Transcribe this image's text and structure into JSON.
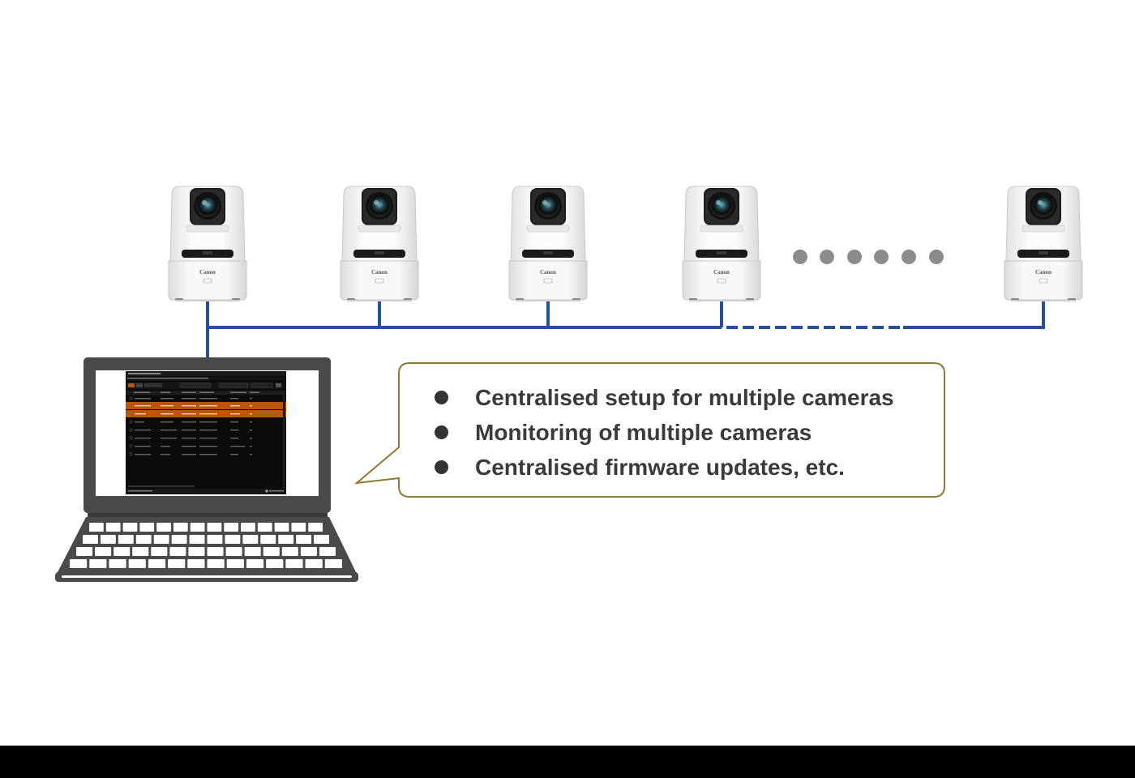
{
  "callout": {
    "items": [
      {
        "label": "Centralised setup for multiple cameras"
      },
      {
        "label": "Monitoring of multiple cameras"
      },
      {
        "label": "Centralised firmware updates, etc."
      }
    ]
  },
  "cameras": [
    {
      "brand": "Canon"
    },
    {
      "brand": "Canon"
    },
    {
      "brand": "Canon"
    },
    {
      "brand": "Canon"
    },
    {
      "brand": "Canon"
    }
  ],
  "colors": {
    "network_line": "#2b4f96",
    "callout_border": "#8c7a35",
    "laptop_body": "#4a4a4a",
    "ellipsis_dots": "#8c8c8c",
    "app_highlight": "#b8560f"
  },
  "icons": {
    "camera": "ptz-camera-icon",
    "laptop": "laptop-icon"
  }
}
